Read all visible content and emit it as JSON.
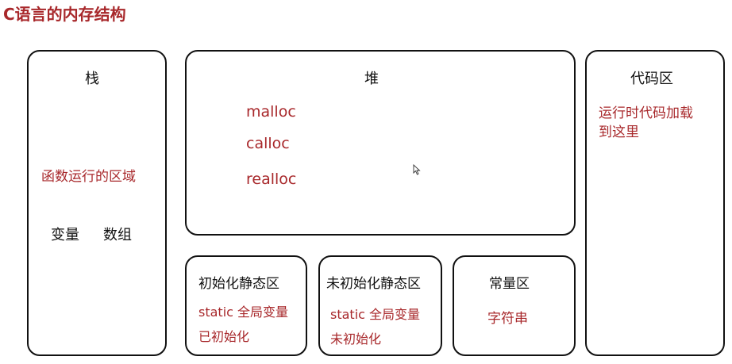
{
  "title": "C语言的内存结构",
  "stack": {
    "title": "栈",
    "description": "函数运行的区域",
    "item_variable": "变量",
    "item_array": "数组"
  },
  "heap": {
    "title": "堆",
    "functions": [
      "malloc",
      "calloc",
      "realloc"
    ]
  },
  "code": {
    "title": "代码区",
    "description_line1": "运行时代码加载",
    "description_line2": "到这里"
  },
  "initialized_static": {
    "title": "初始化静态区",
    "line1": "static 全局变量",
    "line2": "已初始化"
  },
  "uninitialized_static": {
    "title": "未初始化静态区",
    "line1": "static 全局变量",
    "line2": "未初始化"
  },
  "constant": {
    "title": "常量区",
    "content": "字符串"
  },
  "colors": {
    "accent_red": "#a8282b",
    "border": "#111111"
  }
}
